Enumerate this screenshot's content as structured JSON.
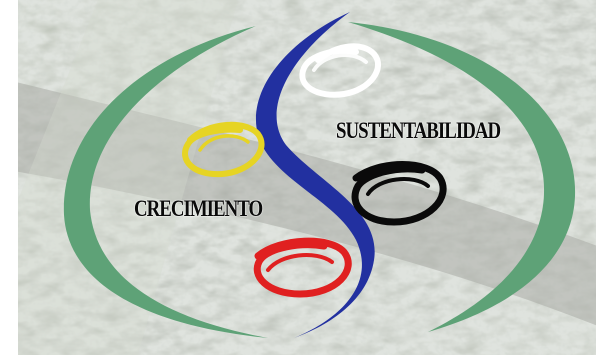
{
  "logo": {
    "words": {
      "sustainability": "SUSTENTABILIDAD",
      "growth": "CRECIMIENTO"
    },
    "colors": {
      "background_photo": "#b9bfb5",
      "left_arc": "#5ea277",
      "right_arc": "#5ea277",
      "s_stroke": "#2230a0",
      "ring_white": "#ffffff",
      "ring_yellow": "#e6d424",
      "ring_black": "#0a0a0a",
      "ring_red": "#e02020"
    },
    "icons": [
      "green-arc-left",
      "green-arc-right",
      "blue-s-curve",
      "white-ring",
      "yellow-ring",
      "black-ring",
      "red-ring"
    ]
  }
}
